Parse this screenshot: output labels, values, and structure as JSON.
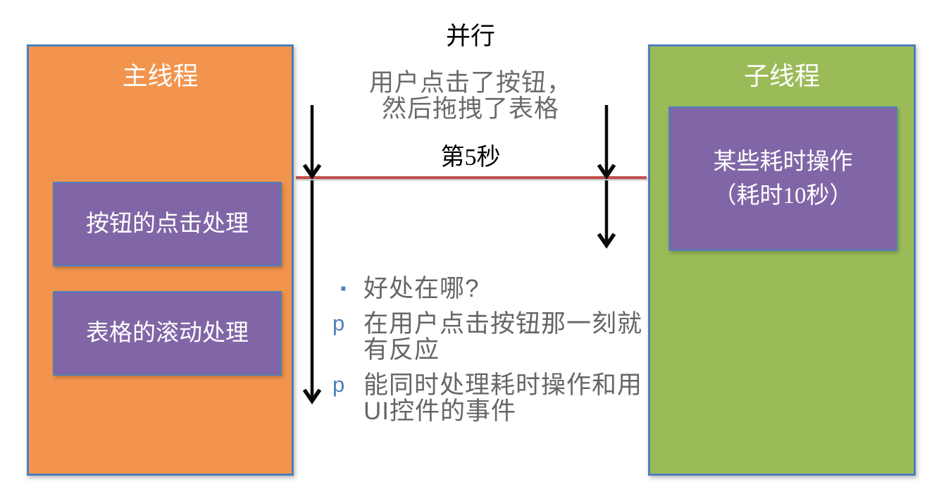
{
  "main_thread": {
    "title": "主线程",
    "tasks": [
      "按钮的点击处理",
      "表格的滚动处理"
    ]
  },
  "sub_thread": {
    "title": "子线程",
    "task": {
      "line1": "某些耗时操作",
      "line2": "（耗时10秒）"
    }
  },
  "center": {
    "title": "并行",
    "event_line1": "用户点击了按钮，",
    "event_line2": "然后拖拽了表格",
    "time_label": "第5秒"
  },
  "bullets": [
    {
      "marker": "▪",
      "text": "好处在哪?"
    },
    {
      "marker": "p",
      "text": "在用户点击按钮那一刻就有反应"
    },
    {
      "marker": "p",
      "text": "能同时处理耗时操作和用UI控件的事件"
    }
  ],
  "icons": {
    "timeline_arrows": "down-arrow-icon"
  },
  "colors": {
    "main_thread_fill": "#F2944D",
    "sub_thread_fill": "#9BBB59",
    "task_fill": "#8066A6",
    "box_border": "#4E80BC",
    "timeline_line": "#C0504D",
    "arrow": "#0A0A0A",
    "bullet_marker": "#4E80BC",
    "gray_text": "#6B6B6B",
    "title_text": "#000000",
    "box_text": "#FFFFFF"
  }
}
